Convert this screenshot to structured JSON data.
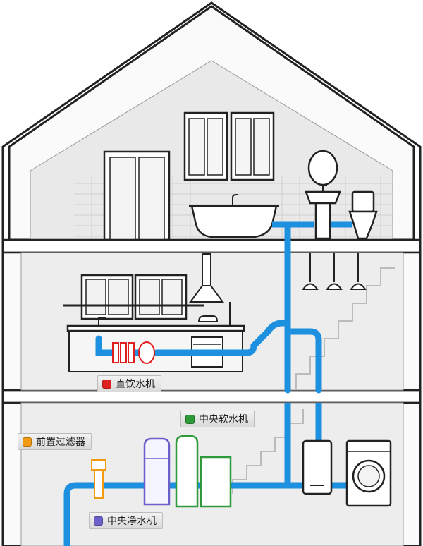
{
  "labels": {
    "direct_drinking": {
      "text": "直饮水机",
      "color": "#e01f1f"
    },
    "central_softener": {
      "text": "中央软水机",
      "color": "#2f9a3a"
    },
    "pre_filter": {
      "text": "前置过滤器",
      "color": "#f29a12"
    },
    "central_purifier": {
      "text": "中央净水机",
      "color": "#6b5fc9"
    }
  },
  "colors": {
    "pipe": "#1e90e0",
    "pipe_light": "#a9d6f5",
    "outline": "#222222",
    "wall": "#f7f7f7",
    "shadow": "#cfcfcf"
  }
}
